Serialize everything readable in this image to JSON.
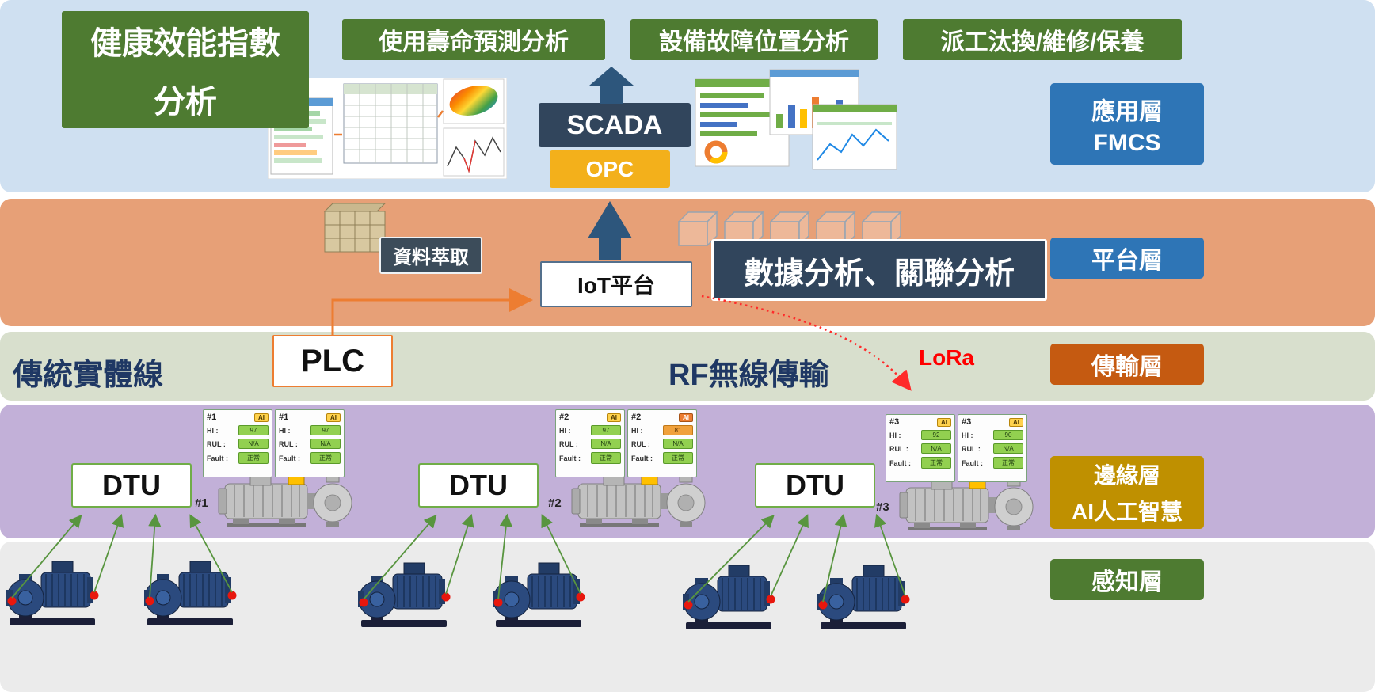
{
  "colors": {
    "app_band": "#cfe0f1",
    "platform_band": "#e7a077",
    "transport_band": "#d8dfcd",
    "edge_band": "#c2b0d8",
    "sensor_band": "#ebebeb",
    "green": "#4e7b31",
    "navy": "#31455c",
    "blue": "#2e75b6",
    "orange": "#c55a11",
    "gold": "#bf9000",
    "opc_yellow": "#f3b01b",
    "accent_orange": "#ed7d31",
    "lora_red": "#ff0000",
    "line_green": "#58953f"
  },
  "app_layer": {
    "health_title_line1": "健康效能指數",
    "health_title_line2": "分析",
    "lifespan_box": "使用壽命預測分析",
    "fault_location_box": "設備故障位置分析",
    "dispatch_box": "派工汰換/維修/保養",
    "scada": "SCADA",
    "opc": "OPC",
    "layer_label_line1": "應用層",
    "layer_label_line2": "FMCS"
  },
  "platform_layer": {
    "data_extract": "資料萃取",
    "iot_platform": "IoT平台",
    "analytics": "數據分析、關聯分析",
    "layer_label": "平台層"
  },
  "transport_layer": {
    "wired_label": "傳統實體線",
    "plc": "PLC",
    "rf_label": "RF無線傳輸",
    "lora": "LoRa",
    "layer_label": "傳輸層"
  },
  "edge_layer": {
    "dtu": "DTU",
    "layer_label_line1": "邊緣層",
    "layer_label_line2": "AI人工智慧",
    "units": [
      {
        "tag": "#1",
        "panels": [
          {
            "id": "#1",
            "badge": "AI",
            "hi_label": "HI :",
            "hi": "97",
            "rul_label": "RUL :",
            "rul": "N/A",
            "fault_label": "Fault :",
            "fault": "正常"
          },
          {
            "id": "#1",
            "badge": "AI",
            "hi_label": "HI :",
            "hi": "97",
            "rul_label": "RUL :",
            "rul": "N/A",
            "fault_label": "Fault :",
            "fault": "正常"
          }
        ]
      },
      {
        "tag": "#2",
        "panels": [
          {
            "id": "#2",
            "badge": "AI",
            "hi_label": "HI :",
            "hi": "97",
            "rul_label": "RUL :",
            "rul": "N/A",
            "fault_label": "Fault :",
            "fault": "正常"
          },
          {
            "id": "#2",
            "badge": "AI",
            "hi_label": "HI :",
            "hi": "81",
            "rul_label": "RUL :",
            "rul": "N/A",
            "fault_label": "Fault :",
            "fault": "正常"
          }
        ]
      },
      {
        "tag": "#3",
        "panels": [
          {
            "id": "#3",
            "badge": "AI",
            "hi_label": "HI :",
            "hi": "92",
            "rul_label": "RUL :",
            "rul": "N/A",
            "fault_label": "Fault :",
            "fault": "正常"
          },
          {
            "id": "#3",
            "badge": "AI",
            "hi_label": "HI :",
            "hi": "90",
            "rul_label": "RUL :",
            "rul": "N/A",
            "fault_label": "Fault :",
            "fault": "正常"
          }
        ]
      }
    ]
  },
  "sensor_layer": {
    "layer_label": "感知層"
  }
}
